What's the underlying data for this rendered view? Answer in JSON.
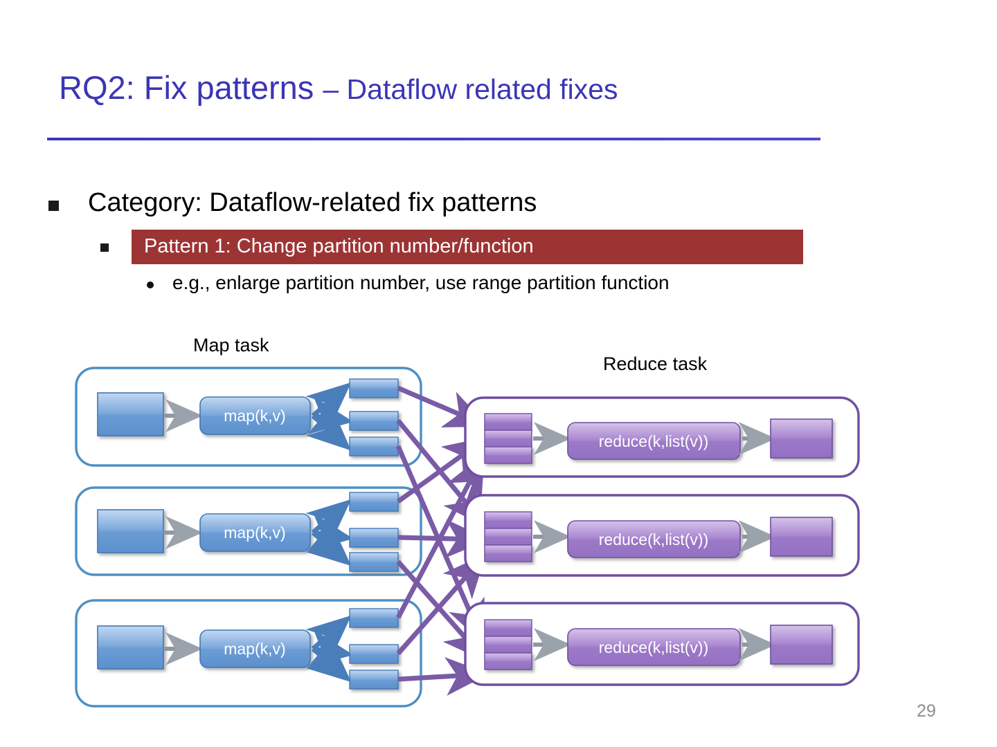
{
  "slide": {
    "page_number": "29",
    "title": {
      "main": "RQ2: Fix patterns ",
      "sub": "– Dataflow related fixes",
      "color": "#3b35b5"
    },
    "bullets": {
      "level1": "Category: Dataflow-related fix patterns",
      "level2_highlight": "Pattern 1: Change partition number/function",
      "level2_highlight_bg": "#9d3434",
      "level3": "e.g., enlarge partition number, use range partition function"
    },
    "diagram": {
      "map_label": "Map task",
      "reduce_label": "Reduce task",
      "map_function_label": "map(k,v)",
      "reduce_function_label": "reduce(k,list(v))",
      "map_color_light": "#b8d2ef",
      "map_color_dark": "#4a7ebb",
      "map_stroke": "#2e6ca4",
      "reduce_color_light": "#cdb6e4",
      "reduce_color_dark": "#8a62b8",
      "reduce_stroke": "#6f4fa0",
      "map_task_count": 3,
      "reduce_task_count": 3,
      "partitions_per_map": 3,
      "inputs_per_reduce": 3,
      "arrow_color_blue": "#4a7ebb",
      "arrow_color_purple": "#7a5ba6"
    }
  }
}
